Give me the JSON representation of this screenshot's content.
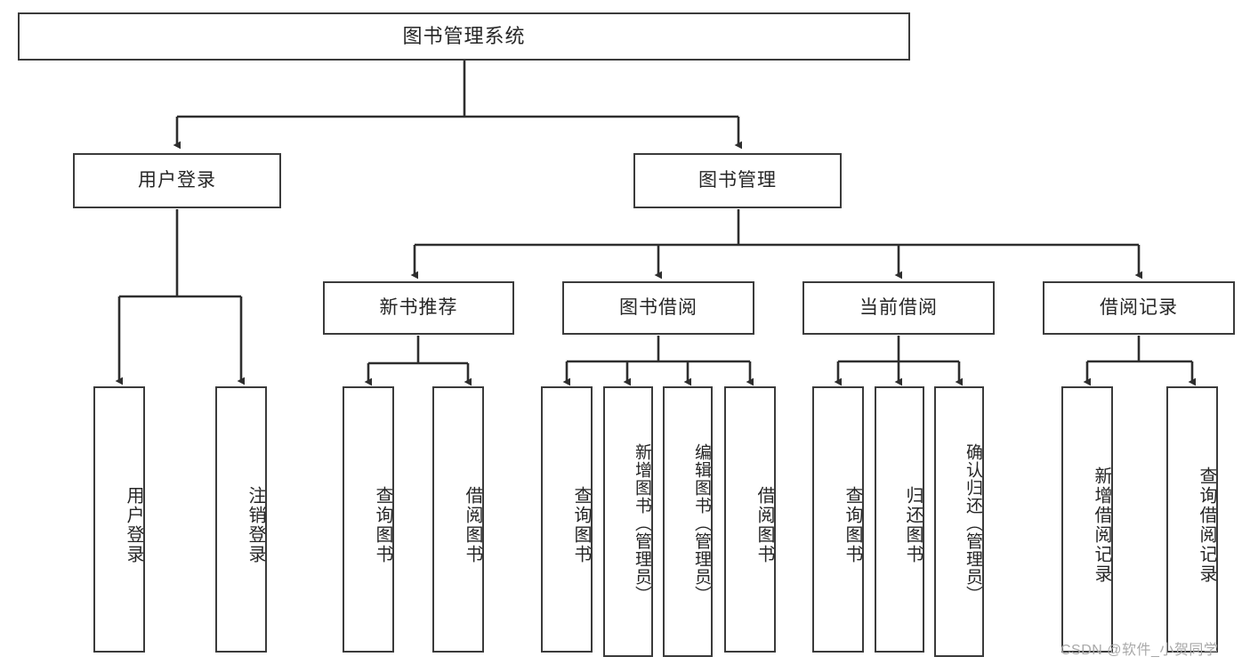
{
  "diagram": {
    "title": "图书管理系统",
    "type": "hierarchy-tree",
    "root": {
      "label": "图书管理系统"
    },
    "level1": [
      {
        "label": "用户登录"
      },
      {
        "label": "图书管理"
      }
    ],
    "level2": [
      {
        "label": "新书推荐"
      },
      {
        "label": "图书借阅"
      },
      {
        "label": "当前借阅"
      },
      {
        "label": "借阅记录"
      }
    ],
    "leaves": {
      "user_login": [
        {
          "label": "用户登录"
        },
        {
          "label": "注销登录"
        }
      ],
      "new_book_recommend": [
        {
          "label": "查询图书"
        },
        {
          "label": "借阅图书"
        }
      ],
      "book_borrow": [
        {
          "label": "查询图书"
        },
        {
          "label": "新增图书（管理员）"
        },
        {
          "label": "编辑图书（管理员）"
        },
        {
          "label": "借阅图书"
        }
      ],
      "current_borrow": [
        {
          "label": "查询图书"
        },
        {
          "label": "归还图书"
        },
        {
          "label": "确认归还（管理员）"
        }
      ],
      "borrow_record": [
        {
          "label": "新增借阅记录"
        },
        {
          "label": "查询借阅记录"
        }
      ]
    }
  },
  "watermark": {
    "text": "CSDN @软件_小贺同学"
  },
  "colors": {
    "border": "#3b3b3b",
    "text": "#262626",
    "background": "#ffffff",
    "watermark": "#a9a9a9"
  }
}
